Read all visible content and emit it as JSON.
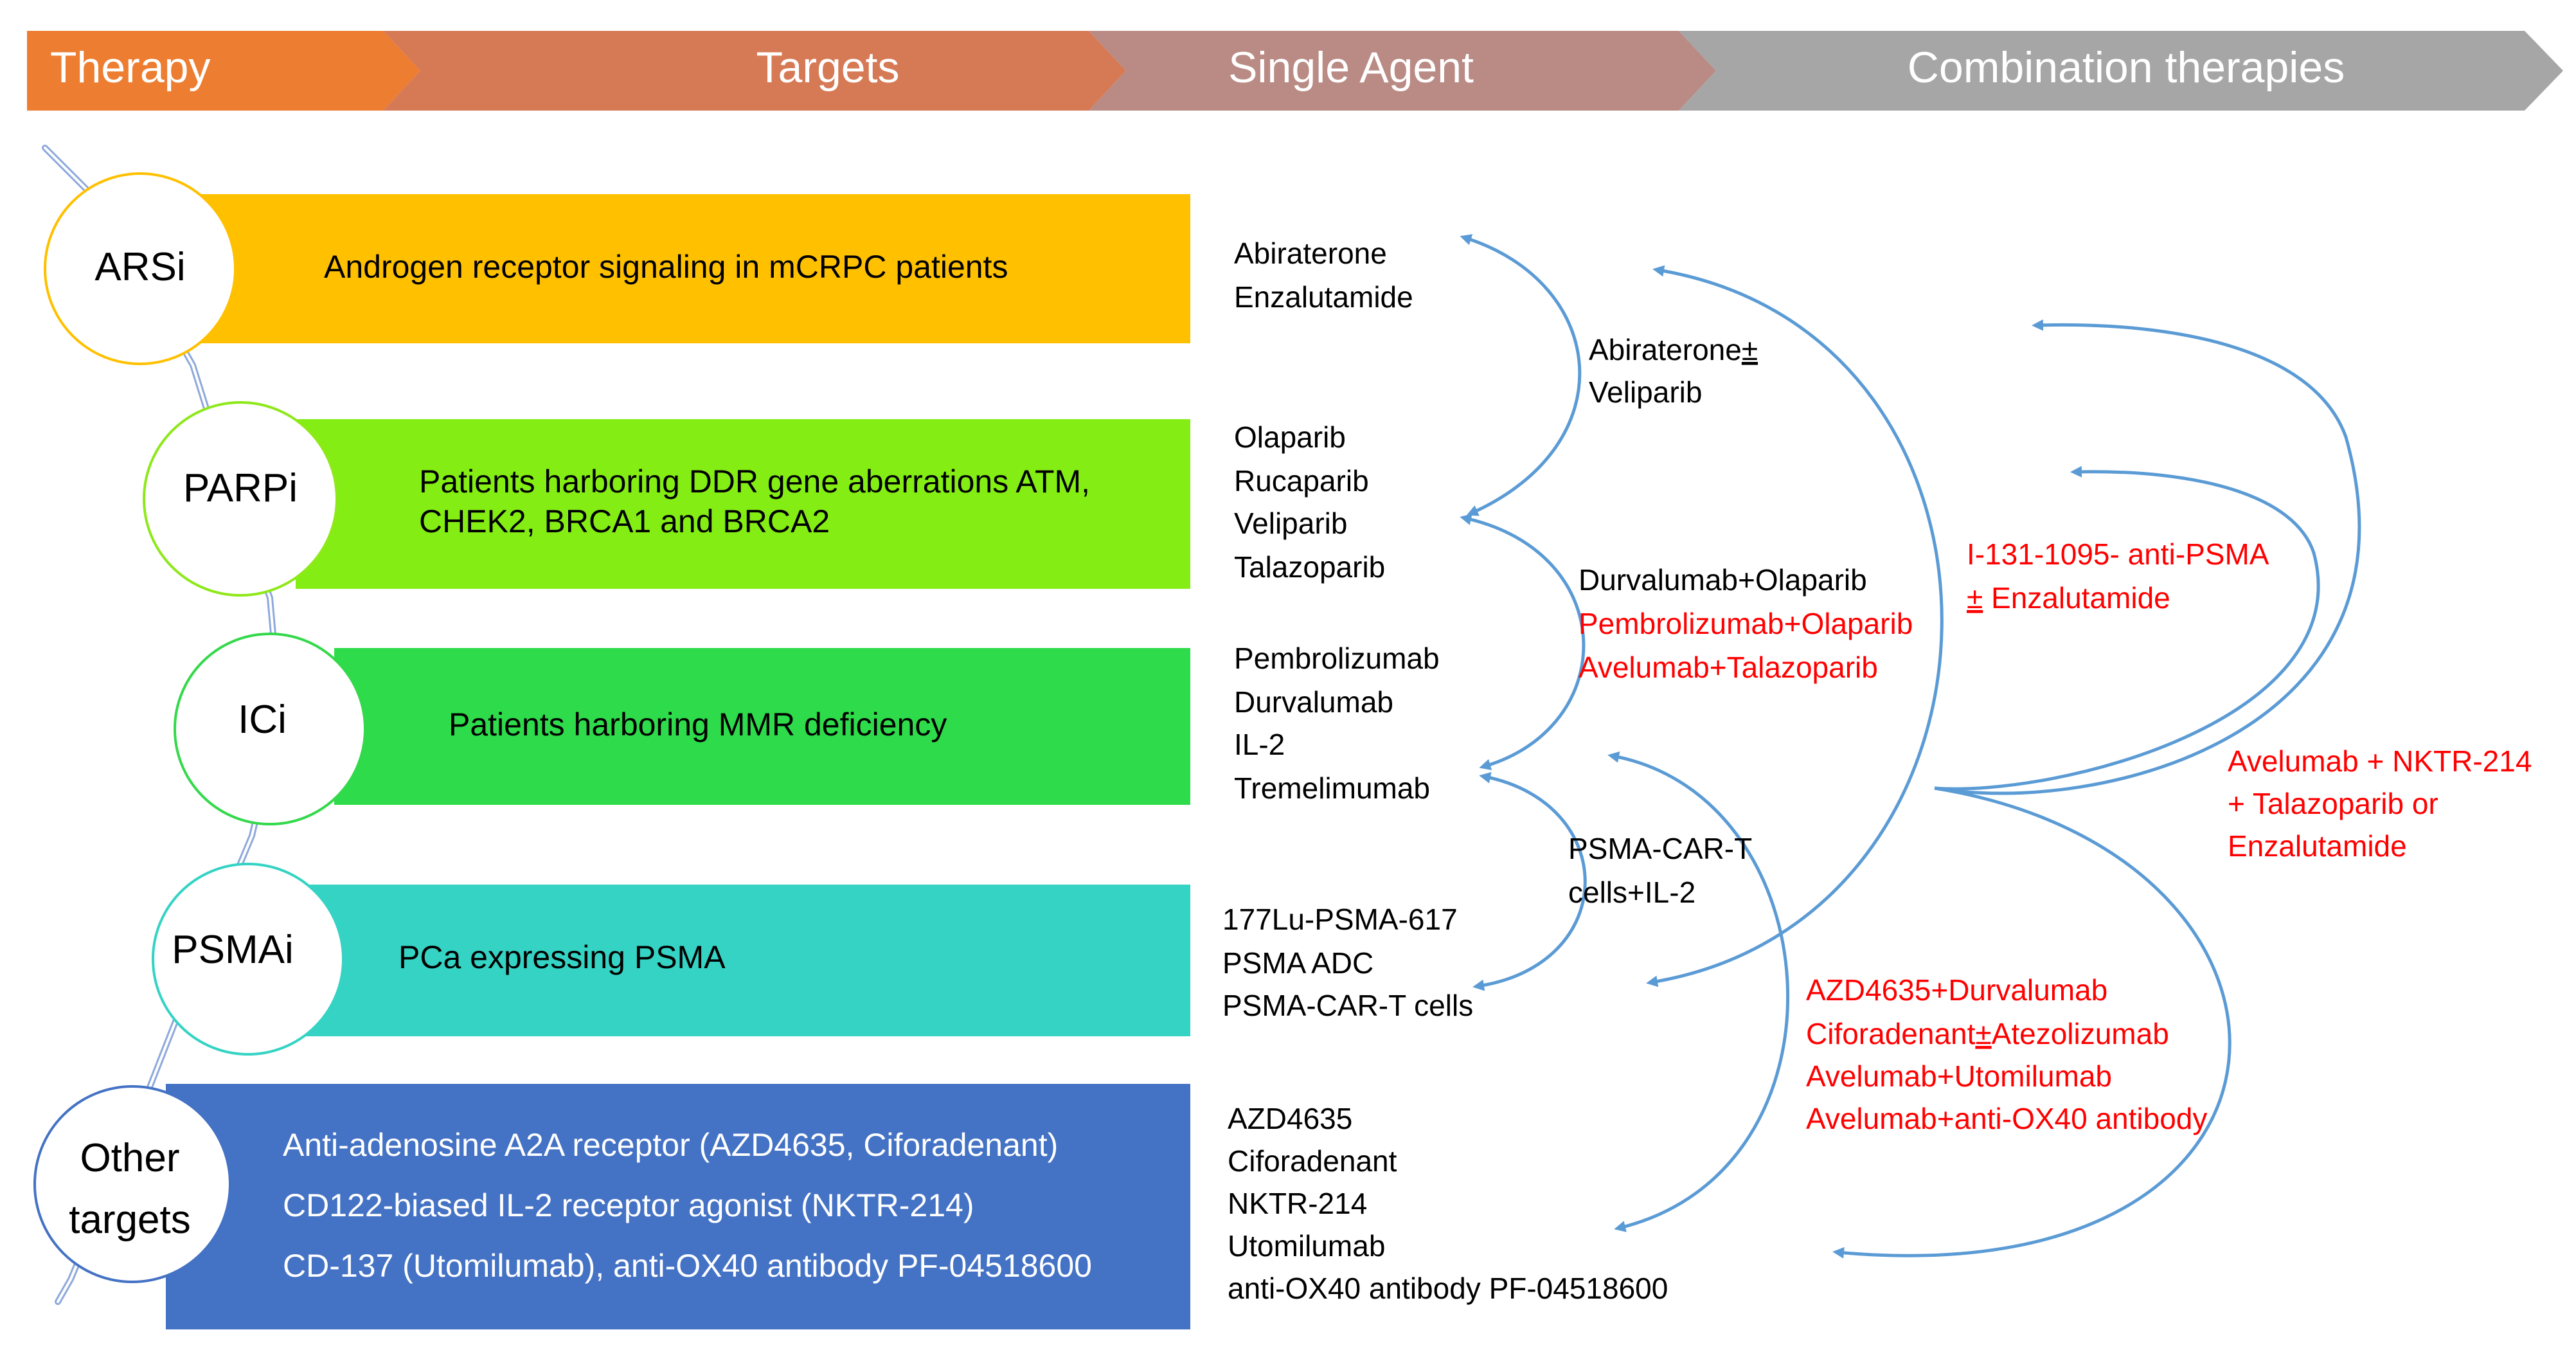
{
  "header": {
    "steps": [
      {
        "label": "Therapy",
        "color": "#ED7D31"
      },
      {
        "label": "Targets",
        "color": "#D67A55"
      },
      {
        "label": "Single Agent",
        "color": "#B98B84"
      },
      {
        "label": "Combination therapies",
        "color": "#A6A6A6"
      }
    ]
  },
  "rows": [
    {
      "circle_lines": [
        "ARSi"
      ],
      "circle_color": "#FFC000",
      "band_color": "#FFC000",
      "band_text_color": "#000000",
      "target_lines": [
        "Androgen receptor signaling in mCRPC patients"
      ],
      "agents": [
        "Abiraterone",
        "Enzalutamide"
      ]
    },
    {
      "circle_lines": [
        "PARPi"
      ],
      "circle_color": "#8EE81A",
      "band_color": "#84EE14",
      "band_text_color": "#000000",
      "target_lines": [
        "Patients harboring DDR gene aberrations ATM,",
        "CHEK2, BRCA1 and BRCA2"
      ],
      "agents": [
        "Olaparib",
        "Rucaparib",
        "Veliparib",
        "Talazoparib"
      ]
    },
    {
      "circle_lines": [
        "ICi"
      ],
      "circle_color": "#33D94A",
      "band_color": "#2EDB4A",
      "band_text_color": "#000000",
      "target_lines": [
        "Patients harboring MMR deficiency"
      ],
      "agents": [
        "Pembrolizumab",
        "Durvalumab",
        "IL-2",
        "Tremelimumab"
      ]
    },
    {
      "circle_lines": [
        "PSMAi"
      ],
      "circle_color": "#34D3C4",
      "band_color": "#34D3C4",
      "band_text_color": "#000000",
      "target_lines": [
        "PCa expressing PSMA"
      ],
      "agents": [
        "177Lu-PSMA-617",
        "PSMA ADC",
        "PSMA-CAR-T cells"
      ]
    },
    {
      "circle_lines": [
        "Other",
        "targets"
      ],
      "circle_color": "#4472C4",
      "band_color": "#4472C4",
      "band_text_color": "#FFFFFF",
      "target_lines": [
        "Anti-adenosine A2A receptor (AZD4635, Ciforadenant)",
        "CD122-biased IL-2 receptor agonist (NKTR-214)",
        "CD-137 (Utomilumab), anti-OX40 antibody PF-04518600"
      ],
      "agents": [
        "AZD4635",
        "Ciforadenant",
        "NKTR-214",
        "Utomilumab",
        "anti-OX40 antibody PF-04518600"
      ]
    }
  ],
  "combinations": {
    "abiraterone_veliparib": [
      "Abiraterone",
      "±",
      " ",
      "Veliparib"
    ],
    "parp_ici": [
      {
        "text": "Durvalumab+Olaparib",
        "color": "#000000"
      },
      {
        "text": "Pembrolizumab+Olaparib",
        "color": "#FF0000"
      },
      {
        "text": "Avelumab+Talazoparib",
        "color": "#FF0000"
      }
    ],
    "psma_car_t": [
      "PSMA-CAR-T",
      "cells+IL-2"
    ],
    "anti_psma_line1": "I-131-1095- anti-PSMA",
    "anti_psma_pm": "±",
    "anti_psma_line2": " Enzalutamide",
    "avelumab_nktr": [
      "Avelumab + NKTR-214",
      "+ Talazoparib or",
      "Enzalutamide"
    ],
    "adenosine_combos": [
      {
        "parts": [
          "AZD4635+Durvalumab"
        ]
      },
      {
        "parts": [
          "Ciforadenant",
          "±",
          "Atezolizumab"
        ]
      },
      {
        "parts": [
          "Avelumab+Utomilumab"
        ]
      },
      {
        "parts": [
          "Avelumab+anti-OX40 antibody"
        ]
      }
    ],
    "red_color": "#FF0000",
    "arrow_color": "#5B9BD5"
  }
}
